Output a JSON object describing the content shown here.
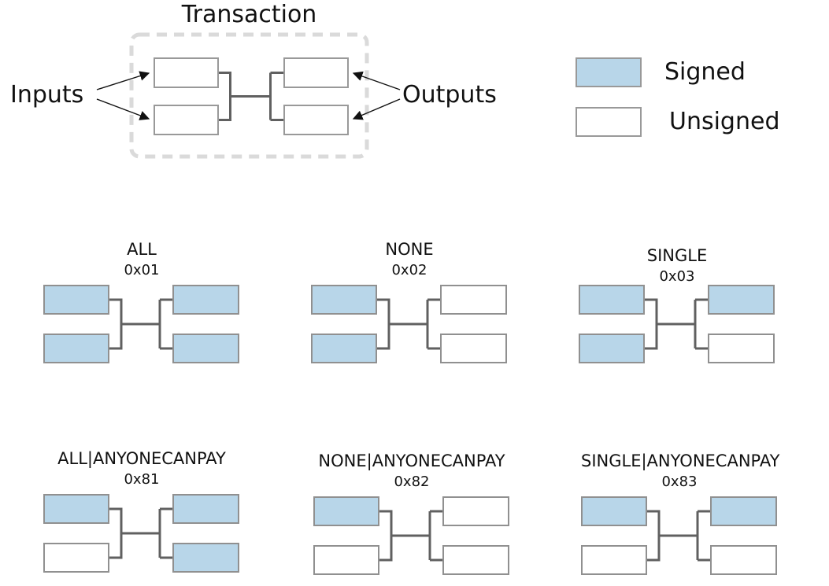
{
  "transaction_figure": {
    "title": "Transaction",
    "inputs_label": "Inputs",
    "outputs_label": "Outputs",
    "boxes": [
      "unsigned",
      "unsigned",
      "unsigned",
      "unsigned"
    ]
  },
  "legend": {
    "items": [
      {
        "label": "Signed",
        "state": "signed"
      },
      {
        "label": "Unsigned",
        "state": "unsigned"
      }
    ],
    "signed_color": "#b8d6e9",
    "unsigned_color": "#ffffff",
    "box_border_color": "#999999",
    "connector_color": "#606060"
  },
  "sighash_diagrams": [
    {
      "title": "ALL",
      "code": "0x01",
      "boxes": [
        "signed",
        "signed",
        "signed",
        "signed"
      ]
    },
    {
      "title": "NONE",
      "code": "0x02",
      "boxes": [
        "signed",
        "signed",
        "unsigned",
        "unsigned"
      ]
    },
    {
      "title": "SINGLE",
      "code": "0x03",
      "boxes": [
        "signed",
        "signed",
        "signed",
        "unsigned"
      ]
    },
    {
      "title": "ALL|ANYONECANPAY",
      "code": "0x81",
      "boxes": [
        "signed",
        "unsigned",
        "signed",
        "signed"
      ]
    },
    {
      "title": "NONE|ANYONECANPAY",
      "code": "0x82",
      "boxes": [
        "signed",
        "unsigned",
        "unsigned",
        "unsigned"
      ]
    },
    {
      "title": "SINGLE|ANYONECANPAY",
      "code": "0x83",
      "boxes": [
        "signed",
        "unsigned",
        "signed",
        "unsigned"
      ]
    }
  ]
}
